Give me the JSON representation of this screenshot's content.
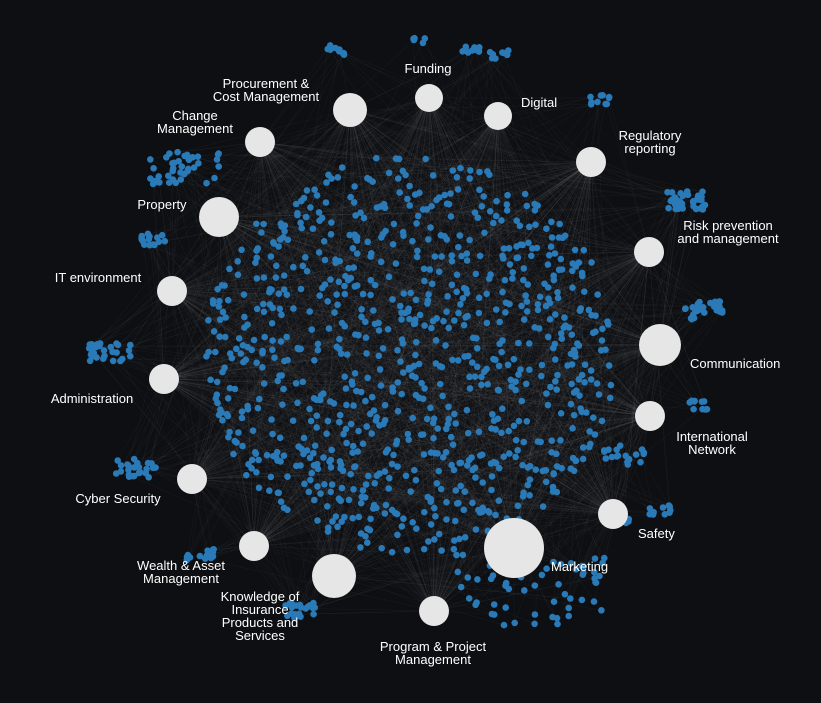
{
  "colors": {
    "background": "#0d0f12",
    "hub_fill": "#e6e6e6",
    "node_fill": "#2a7ab8",
    "edge_stroke": "#ffffff",
    "label_text": "#ffffff"
  },
  "hubs": [
    {
      "id": "funding",
      "label": [
        "Funding"
      ],
      "size": "small"
    },
    {
      "id": "digital",
      "label": [
        "Digital"
      ],
      "size": "small"
    },
    {
      "id": "regulatory-reporting",
      "label": [
        "Regulatory",
        "reporting"
      ],
      "size": "small"
    },
    {
      "id": "risk-prevention",
      "label": [
        "Risk prevention",
        "and management"
      ],
      "size": "small"
    },
    {
      "id": "communication",
      "label": [
        "Communication"
      ],
      "size": "medium"
    },
    {
      "id": "international-network",
      "label": [
        "International",
        "Network"
      ],
      "size": "small"
    },
    {
      "id": "safety",
      "label": [
        "Safety"
      ],
      "size": "small"
    },
    {
      "id": "marketing",
      "label": [
        "Marketing"
      ],
      "size": "large"
    },
    {
      "id": "program-project-management",
      "label": [
        "Program & Project",
        "Management"
      ],
      "size": "small"
    },
    {
      "id": "knowledge-insurance",
      "label": [
        "Knowledge of",
        "Insurance",
        "Products and",
        "Services"
      ],
      "size": "medium"
    },
    {
      "id": "wealth-asset-management",
      "label": [
        "Wealth & Asset",
        "Management"
      ],
      "size": "small"
    },
    {
      "id": "cyber-security",
      "label": [
        "Cyber Security"
      ],
      "size": "small"
    },
    {
      "id": "administration",
      "label": [
        "Administration"
      ],
      "size": "small"
    },
    {
      "id": "it-environment",
      "label": [
        "IT environment"
      ],
      "size": "small"
    },
    {
      "id": "property",
      "label": [
        "Property"
      ],
      "size": "medium"
    },
    {
      "id": "change-management",
      "label": [
        "Change",
        "Management"
      ],
      "size": "small"
    },
    {
      "id": "procurement-cost-management",
      "label": [
        "Procurement &",
        "Cost Management"
      ],
      "size": "small"
    }
  ]
}
